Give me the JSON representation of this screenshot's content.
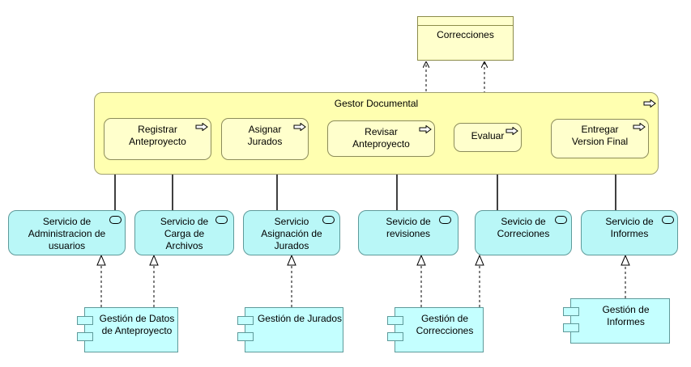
{
  "data_object": {
    "label": "Correcciones"
  },
  "process_group": {
    "title": "Gestor Documental"
  },
  "processes": [
    {
      "label": "Registrar\nAnteproyecto"
    },
    {
      "label": "Asignar\nJurados"
    },
    {
      "label": "Revisar\nAnteproyecto"
    },
    {
      "label": "Evaluar"
    },
    {
      "label": "Entregar\nVersion Final"
    }
  ],
  "services": [
    {
      "label": "Servicio de\nAdministracion de\nusuarios"
    },
    {
      "label": "Servicio de\nCarga de\nArchivos"
    },
    {
      "label": "Servicio\nAsignación de\nJurados"
    },
    {
      "label": "Sevicio de\nrevisiones"
    },
    {
      "label": "Sevicio de\nCorreciones"
    },
    {
      "label": "Servicio de\nInformes"
    }
  ],
  "components": [
    {
      "label": "Gestión de Datos\nde Anteproyecto"
    },
    {
      "label": "Gestión de Jurados"
    },
    {
      "label": "Gestión de\nCorrecciones"
    },
    {
      "label": "Gestión de\nInformes"
    }
  ],
  "colors": {
    "data_object_fill": "#ffffcc",
    "process_group_fill": "#ffffb0",
    "process_fill": "#ffffcc",
    "service_fill": "#b9f7f7",
    "component_fill": "#c4ffff"
  }
}
